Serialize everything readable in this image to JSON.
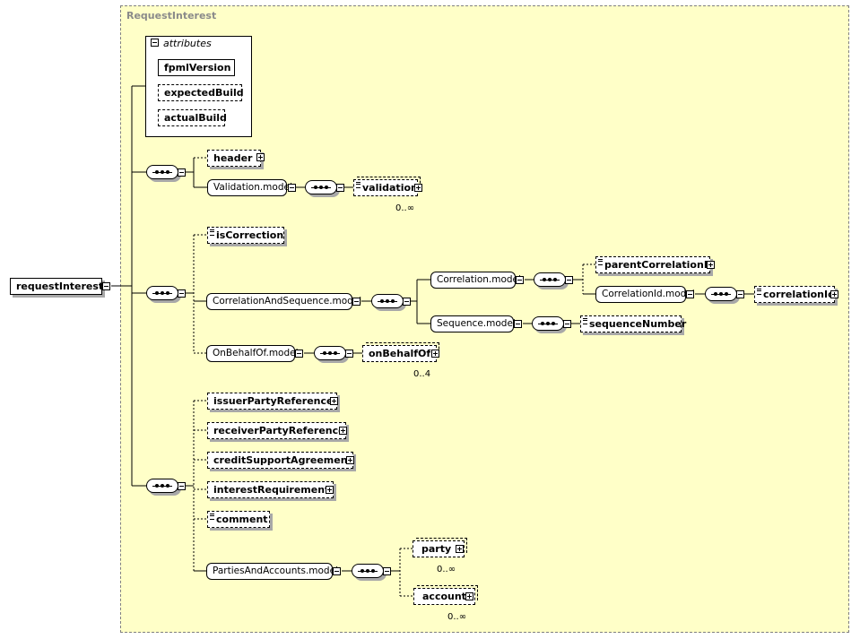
{
  "diagram": {
    "container_title": "RequestInterest",
    "root": "requestInterest",
    "attributes": {
      "title": "attributes",
      "items": [
        "fpmlVersion",
        "expectedBuild",
        "actualBuild"
      ]
    },
    "group1": {
      "header": "header",
      "validation_model": "Validation.model",
      "validation": "validation",
      "validation_card": "0..∞"
    },
    "group2": {
      "isCorrection": "isCorrection",
      "correlation_and_sequence_model": "CorrelationAndSequence.model",
      "correlation_model": "Correlation.model",
      "parentCorrelationId": "parentCorrelationId",
      "correlationId_model": "CorrelationId.model",
      "correlationId": "correlationId",
      "sequence_model": "Sequence.model",
      "sequenceNumber": "sequenceNumber",
      "onBehalfOf_model": "OnBehalfOf.model",
      "onBehalfOf": "onBehalfOf",
      "onBehalfOf_card": "0..4"
    },
    "group3": {
      "issuerPartyReference": "issuerPartyReference",
      "receiverPartyReference": "receiverPartyReference",
      "creditSupportAgreement": "creditSupportAgreement",
      "interestRequirement": "interestRequirement",
      "comment": "comment",
      "parties_and_accounts_model": "PartiesAndAccounts.model",
      "party": "party",
      "party_card": "0..∞",
      "account": "account",
      "account_card": "0..∞"
    }
  }
}
